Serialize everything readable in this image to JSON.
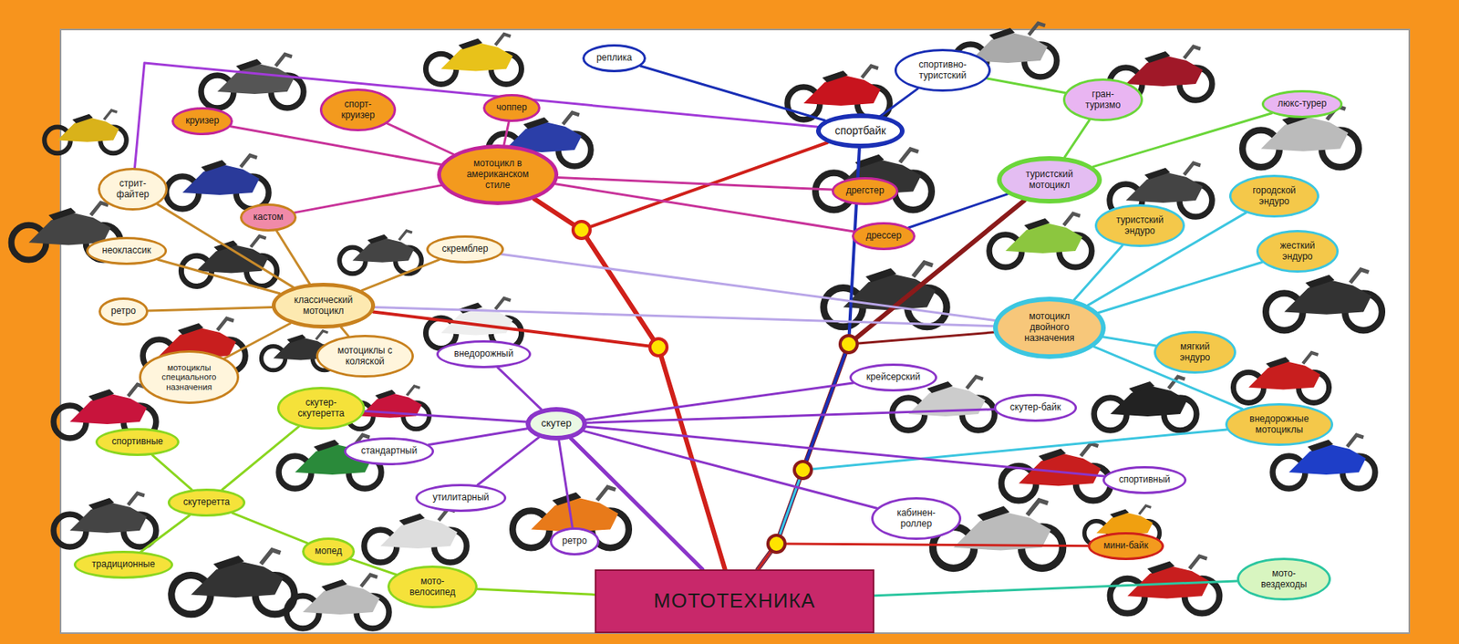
{
  "diagram": {
    "nodes": [
      {
        "text": [
          "реплика"
        ]
      },
      {
        "text": [
          "спортивно-туристский"
        ]
      },
      {
        "text": [
          "гран-туризмо"
        ]
      },
      {
        "text": [
          "люкс-турер"
        ]
      },
      {
        "text": [
          "спорт-круизер"
        ]
      },
      {
        "text": [
          "чоппер"
        ]
      },
      {
        "text": [
          "круизер"
        ]
      },
      {
        "text": [
          "спортбайк"
        ]
      },
      {
        "text": [
          "мотоцикл в американском стиле"
        ]
      },
      {
        "text": [
          "стрит-файтер"
        ]
      },
      {
        "text": [
          "туристский мотоцикл"
        ]
      },
      {
        "text": [
          "дрегстер"
        ]
      },
      {
        "text": [
          "городской эндуро"
        ]
      },
      {
        "text": [
          "кастом"
        ]
      },
      {
        "text": [
          "туристский эндуро"
        ]
      },
      {
        "text": [
          "дрессер"
        ]
      },
      {
        "text": [
          "неоклассик"
        ]
      },
      {
        "text": [
          "скремблер"
        ]
      },
      {
        "text": [
          "жесткий эндуро"
        ]
      },
      {
        "text": [
          "ретро"
        ]
      },
      {
        "text": [
          "классический мотоцикл"
        ]
      },
      {
        "text": [
          "мотоцикл двойного назначения"
        ]
      },
      {
        "text": [
          "мягкий эндуро"
        ]
      },
      {
        "text": [
          "мотоциклы с коляской"
        ]
      },
      {
        "text": [
          "мотоциклы специального назначения"
        ]
      },
      {
        "text": [
          "внедорожный"
        ]
      },
      {
        "text": [
          "крейсерский"
        ]
      },
      {
        "text": [
          "скутер-скутеретта"
        ]
      },
      {
        "text": [
          "скутер-байк"
        ]
      },
      {
        "text": [
          "скутер"
        ]
      },
      {
        "text": [
          "спортивные"
        ]
      },
      {
        "text": [
          "внедорожные мотоциклы"
        ]
      },
      {
        "text": [
          "стандартный"
        ]
      },
      {
        "text": [
          "спортивный"
        ]
      },
      {
        "text": [
          "утилитарный"
        ]
      },
      {
        "text": [
          "скутеретта"
        ]
      },
      {
        "text": [
          "кабинен-роллер"
        ]
      },
      {
        "text": [
          "ретро"
        ]
      },
      {
        "text": [
          "мини-байк"
        ]
      },
      {
        "text": [
          "мопед"
        ]
      },
      {
        "text": [
          "традиционные"
        ]
      },
      {
        "text": [
          "мото-велосипед"
        ]
      },
      {
        "text": [
          "мото-вездеходы"
        ]
      },
      {
        "text": [
          "МОТОТЕХНИКА"
        ]
      }
    ],
    "edges": [
      {
        "from": 43,
        "to": 8,
        "arrow": "none"
      },
      {
        "from": 43,
        "to": 7,
        "arrow": "none"
      },
      {
        "from": 43,
        "to": 20,
        "arrow": "none"
      },
      {
        "from": 43,
        "to": 29,
        "arrow": "none"
      },
      {
        "from": 43,
        "to": 10,
        "arrow": "none"
      },
      {
        "from": 43,
        "to": 21,
        "arrow": "none"
      },
      {
        "from": 43,
        "to": 7,
        "arrow": "none"
      },
      {
        "from": 43,
        "to": 31,
        "arrow": "none"
      },
      {
        "from": 43,
        "to": 38,
        "arrow": "none"
      },
      {
        "from": 43,
        "to": 42,
        "arrow": "none"
      },
      {
        "from": 43,
        "to": 41,
        "arrow": "none"
      },
      {
        "from": 8,
        "to": 6,
        "arrow": "none"
      },
      {
        "from": 8,
        "to": 4,
        "arrow": "none"
      },
      {
        "from": 8,
        "to": 5,
        "arrow": "none"
      },
      {
        "from": 8,
        "to": 13,
        "arrow": "none"
      },
      {
        "from": 8,
        "to": 11,
        "arrow": "none"
      },
      {
        "from": 8,
        "to": 15,
        "arrow": "none"
      },
      {
        "from": 7,
        "to": 0,
        "arrow": "none"
      },
      {
        "from": 7,
        "to": 1,
        "arrow": "none"
      },
      {
        "from": 7,
        "to": 9,
        "arrow": "none"
      },
      {
        "from": 1,
        "to": 2,
        "arrow": "none"
      },
      {
        "from": 2,
        "to": 10,
        "arrow": "none"
      },
      {
        "from": 10,
        "to": 3,
        "arrow": "none"
      },
      {
        "from": 10,
        "to": 15,
        "arrow": "none"
      },
      {
        "from": 21,
        "to": 12,
        "arrow": "none"
      },
      {
        "from": 21,
        "to": 14,
        "arrow": "none"
      },
      {
        "from": 21,
        "to": 18,
        "arrow": "none"
      },
      {
        "from": 21,
        "to": 22,
        "arrow": "none"
      },
      {
        "from": 21,
        "to": 31,
        "arrow": "none"
      },
      {
        "from": 21,
        "to": 17,
        "arrow": "none"
      },
      {
        "from": 21,
        "to": 20,
        "arrow": "none"
      },
      {
        "from": 20,
        "to": 9,
        "arrow": "none"
      },
      {
        "from": 20,
        "to": 16,
        "arrow": "none"
      },
      {
        "from": 20,
        "to": 19,
        "arrow": "none"
      },
      {
        "from": 20,
        "to": 13,
        "arrow": "none"
      },
      {
        "from": 20,
        "to": 17,
        "arrow": "none"
      },
      {
        "from": 20,
        "to": 23,
        "arrow": "none"
      },
      {
        "from": 20,
        "to": 24,
        "arrow": "none"
      },
      {
        "from": 29,
        "to": 25,
        "arrow": "none"
      },
      {
        "from": 29,
        "to": 26,
        "arrow": "none"
      },
      {
        "from": 29,
        "to": 28,
        "arrow": "none"
      },
      {
        "from": 29,
        "to": 33,
        "arrow": "none"
      },
      {
        "from": 29,
        "to": 36,
        "arrow": "none"
      },
      {
        "from": 29,
        "to": 37,
        "arrow": "none"
      },
      {
        "from": 29,
        "to": 34,
        "arrow": "none"
      },
      {
        "from": 29,
        "to": 32,
        "arrow": "none"
      },
      {
        "from": 29,
        "to": 27,
        "arrow": "none"
      },
      {
        "from": 35,
        "to": 30,
        "arrow": "none"
      },
      {
        "from": 35,
        "to": 40,
        "arrow": "none"
      },
      {
        "from": 35,
        "to": 27,
        "arrow": "none"
      },
      {
        "from": 35,
        "to": 39,
        "arrow": "none"
      },
      {
        "from": 39,
        "to": 41,
        "arrow": "none"
      }
    ]
  }
}
